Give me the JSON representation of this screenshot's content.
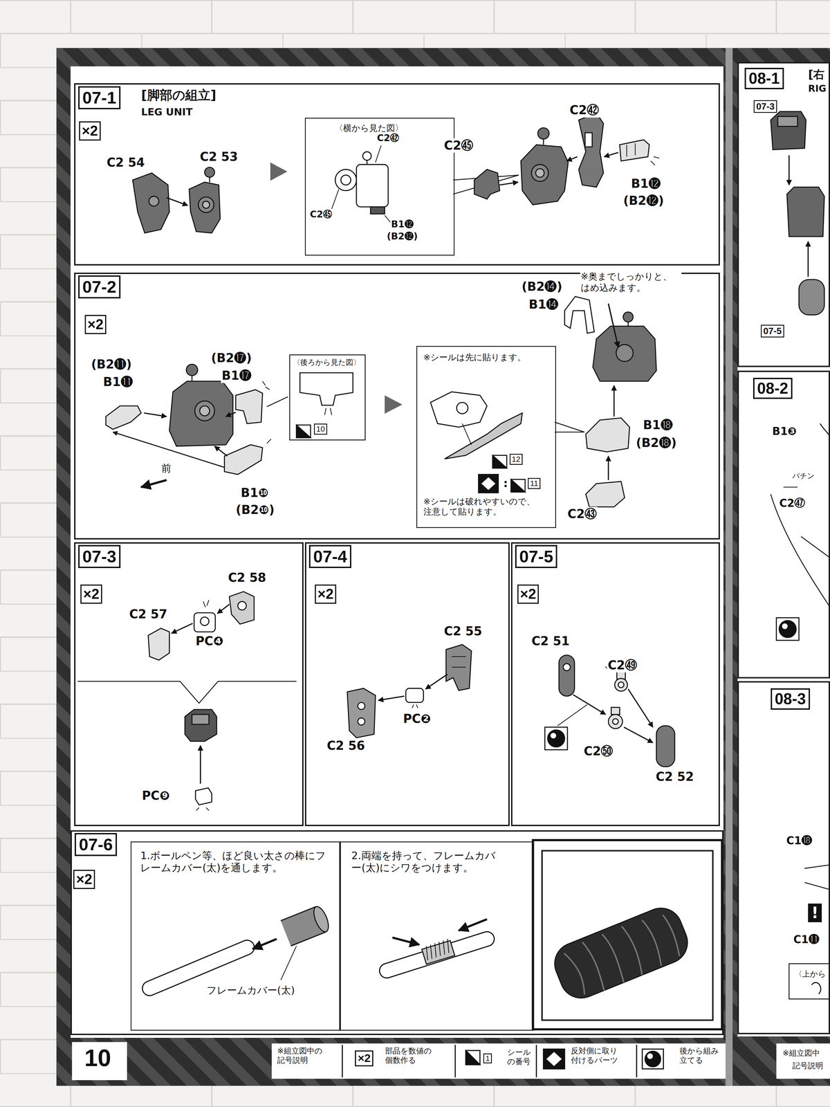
{
  "diagram": {
    "nodes": [
      {
        "text": [
          "07-1",
          "[脚部の組立]",
          "LEG UNIT"
        ]
      },
      {
        "text": [
          "〈横から見た図〉"
        ],
        "in": 0
      },
      {
        "text": [
          "07-2"
        ]
      },
      {
        "text": [
          "〈後ろから見た図〉"
        ],
        "in": 2
      },
      {
        "text": [
          "※シールは先に貼ります。",
          "※シールは破れやすいので、注意して貼ります。"
        ],
        "in": 2
      },
      {
        "text": [
          "07-3"
        ]
      },
      {
        "text": [
          "07-4"
        ]
      },
      {
        "text": [
          "07-5"
        ]
      },
      {
        "text": [
          "07-6"
        ]
      },
      {
        "text": [
          "1.ボールペン等、ほど良い太さの棒にフレームカバー(太)を通します。"
        ],
        "in": 8
      },
      {
        "text": [
          "2.両端を持って、フレームカバー(太)にシワをつけます。"
        ],
        "in": 8
      },
      {
        "text": [
          "08-1",
          "[右",
          "RIG"
        ]
      },
      {
        "text": [
          "08-2"
        ]
      },
      {
        "text": [
          "08-3"
        ]
      }
    ],
    "labels": [
      "×2",
      "C2 54",
      "C2 53",
      "C2㊷",
      "C2㊺",
      "B1⓬",
      "(B2⓬)",
      "C2㊺",
      "C2㊷",
      "B1⓬",
      "(B2⓬)",
      "×2",
      "(B2⓫)",
      "B1⓫",
      "(B2⓱)",
      "B1⓱",
      "10",
      "前",
      "B1❿",
      "(B2❿)",
      "12",
      ":",
      "11",
      "(B2⓮)",
      "B1⓮",
      "※奥までしっかりと、はめ込みます。",
      "B1⓲",
      "(B2⓲)",
      "C2㊸",
      "×2",
      "C2 58",
      "C2 57",
      "PC❹",
      "PC❾",
      "×2",
      "C2 55",
      "PC❷",
      "C2 56",
      "×2",
      "C2 51",
      "C2㊾",
      "C2㊿",
      "C2 52",
      "×2",
      "フレームカバー(太)",
      "10",
      "※組立図中の記号説明",
      "×2",
      "1",
      "07-3",
      "07-5",
      "B1❸",
      "パチン",
      "C2㊼",
      "C1⓲",
      "!",
      "C1⓫",
      "〈上から",
      "※組立図中",
      "記号説明"
    ],
    "legend": [
      {
        "text": "部品を数値の個数作る"
      },
      {
        "text": "シールの番号"
      },
      {
        "text": "反対側に取り付けるパーツ"
      },
      {
        "text": "後から組み立てる"
      }
    ]
  }
}
